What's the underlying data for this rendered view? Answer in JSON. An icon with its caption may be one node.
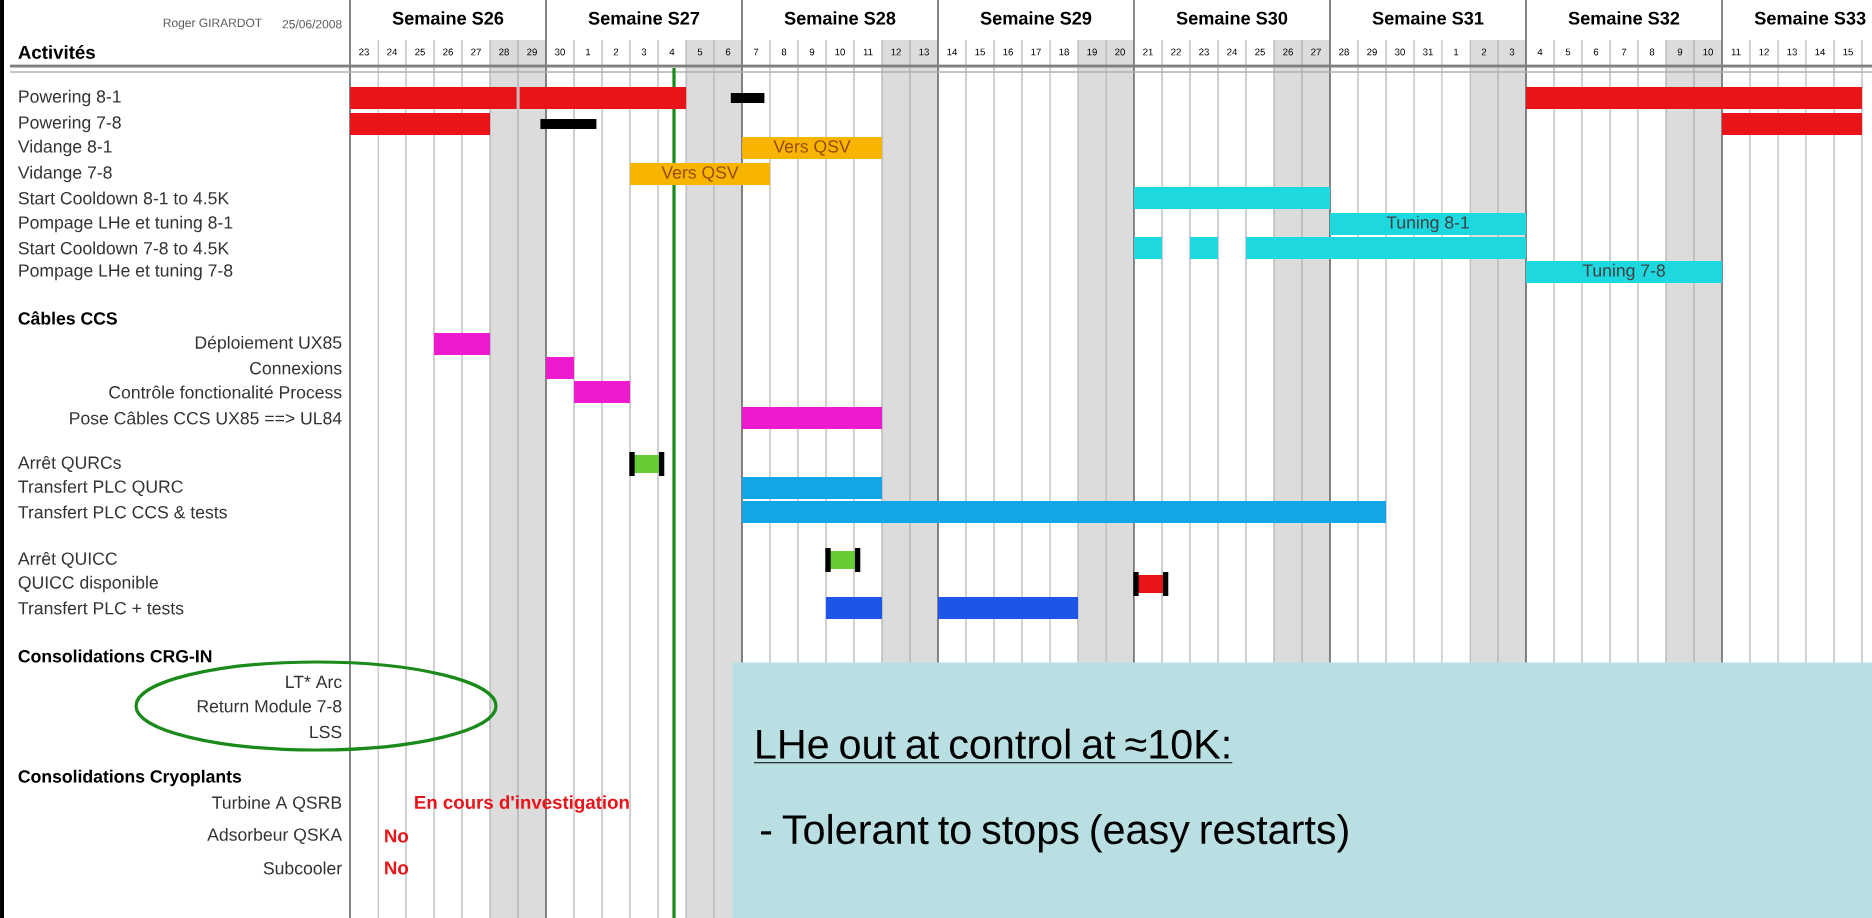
{
  "diagram": {
    "nodes": [
      {
        "text": [],
        "shape": "bar"
      },
      {
        "text": [],
        "shape": "bar"
      },
      {
        "text": [],
        "shape": "bar"
      },
      {
        "text": [],
        "shape": "bar"
      },
      {
        "text": [],
        "shape": "bar"
      },
      {
        "text": [],
        "shape": "bar"
      },
      {
        "text": [],
        "shape": "bar"
      },
      {
        "text": [
          "Vers QSV"
        ]
      },
      {
        "text": [
          "Vers QSV"
        ]
      },
      {
        "text": [],
        "shape": "bar"
      },
      {
        "text": [
          "Tuning 8-1"
        ]
      },
      {
        "text": [],
        "shape": "bar"
      },
      {
        "text": [],
        "shape": "bar"
      },
      {
        "text": [],
        "shape": "bar"
      },
      {
        "text": [
          "Tuning 7-8"
        ]
      },
      {
        "text": [],
        "shape": "bar"
      },
      {
        "text": [],
        "shape": "bar"
      },
      {
        "text": [],
        "shape": "bar"
      },
      {
        "text": [],
        "shape": "bar"
      },
      {
        "text": [],
        "shape": "bar"
      },
      {
        "text": [],
        "shape": "bar"
      },
      {
        "text": [],
        "shape": "bar"
      },
      {
        "text": [],
        "shape": "bar"
      },
      {
        "text": [],
        "shape": "bar"
      },
      {
        "text": [],
        "shape": "bar"
      },
      {
        "text": [],
        "shape": "bar"
      },
      {
        "text": [],
        "shape": "ellipse"
      },
      {
        "text": [
          "LHe out at control at ≈10K:",
          "- Tolerant to stops (easy restarts)"
        ]
      }
    ],
    "labels": [
      "Roger GIRARDOT",
      "25/06/2008",
      "Semaine S26",
      "Semaine S27",
      "Semaine S28",
      "Semaine S29",
      "Semaine S30",
      "Semaine S31",
      "Semaine S32",
      "Semaine S33",
      "Activités",
      "23",
      "24",
      "25",
      "26",
      "27",
      "28",
      "29",
      "30",
      "1",
      "2",
      "3",
      "4",
      "5",
      "6",
      "7",
      "8",
      "9",
      "10",
      "11",
      "12",
      "13",
      "14",
      "15",
      "16",
      "17",
      "18",
      "19",
      "20",
      "21",
      "22",
      "23",
      "24",
      "25",
      "26",
      "27",
      "28",
      "29",
      "30",
      "31",
      "1",
      "2",
      "3",
      "4",
      "5",
      "6",
      "7",
      "8",
      "9",
      "10",
      "11",
      "12",
      "13",
      "14",
      "15",
      "Powering 8-1",
      "Powering 7-8",
      "Vidange 8-1",
      "Vidange 7-8",
      "Start Cooldown 8-1 to 4.5K",
      "Pompage LHe et tuning 8-1",
      "Start Cooldown 7-8 to 4.5K",
      "Pompage LHe et tuning 7-8",
      "Câbles CCS",
      "Déploiement UX85",
      "Connexions",
      "Contrôle fonctionalité Process",
      "Pose Câbles CCS UX85 ==> UL84",
      "Arrêt QURCs",
      "Transfert PLC QURC",
      "Transfert PLC CCS & tests",
      "Arrêt QUICC",
      "QUICC disponible",
      "Transfert PLC + tests",
      "Consolidations CRG-IN",
      "LT* Arc",
      "Return Module 7-8",
      "LSS",
      "Consolidations Cryoplants",
      "Turbine A QSRB",
      "Adsorbeur QSKA",
      "Subcooler",
      "En cours d'investigation",
      "No",
      "No"
    ]
  }
}
